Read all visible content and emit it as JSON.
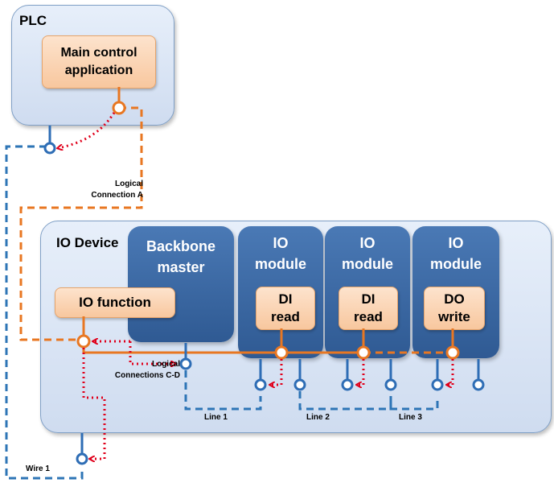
{
  "plc": {
    "title": "PLC",
    "main_app": {
      "line1": "Main control",
      "line2": "application"
    }
  },
  "io_device": {
    "title": "IO Device",
    "io_function": "IO function",
    "backbone": {
      "line1": "Backbone",
      "line2": "master"
    },
    "modules": [
      {
        "line1": "IO",
        "line2": "module",
        "func1": "DI",
        "func2": "read"
      },
      {
        "line1": "IO",
        "line2": "module",
        "func1": "DI",
        "func2": "read"
      },
      {
        "line1": "IO",
        "line2": "module",
        "func1": "DO",
        "func2": "write"
      }
    ]
  },
  "labels": {
    "logical_a_1": "Logical",
    "logical_a_2": "Connection A",
    "logical_cd_1": "Logical",
    "logical_cd_2": "Connections C-D",
    "line1": "Line 1",
    "line2": "Line 2",
    "line3": "Line 3",
    "wire1": "Wire 1"
  },
  "colors": {
    "orange": "#e87722",
    "blue_dash": "#2e75b6",
    "red_dot": "#e0001b",
    "port": "#2e6db5"
  }
}
